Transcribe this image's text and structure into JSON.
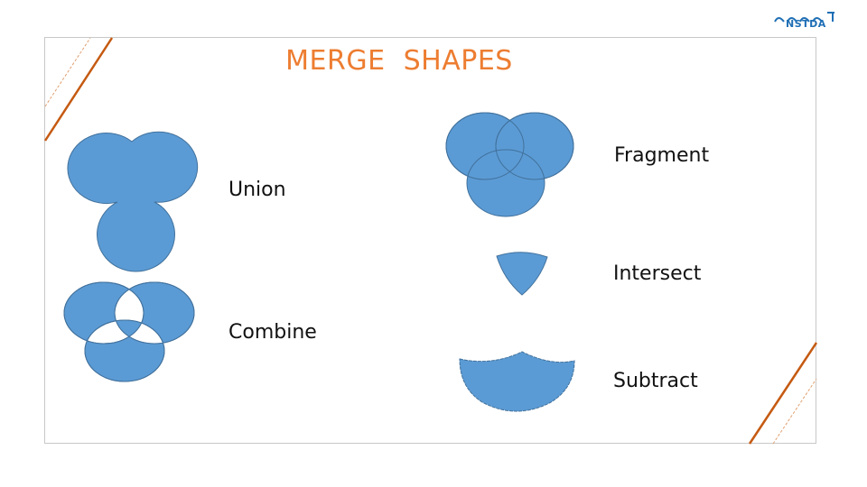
{
  "slide": {
    "title": "MERGE  SHAPES",
    "labels": {
      "union": "Union",
      "combine": "Combine",
      "fragment": "Fragment",
      "intersect": "Intersect",
      "subtract": "Subtract"
    },
    "logo_text": "NSTDA"
  },
  "colors": {
    "title": "#ed7d31",
    "shape_fill": "#5b9bd5",
    "shape_stroke": "#41719c",
    "accent_line": "#c55a11",
    "logo": "#1f6fb5"
  }
}
